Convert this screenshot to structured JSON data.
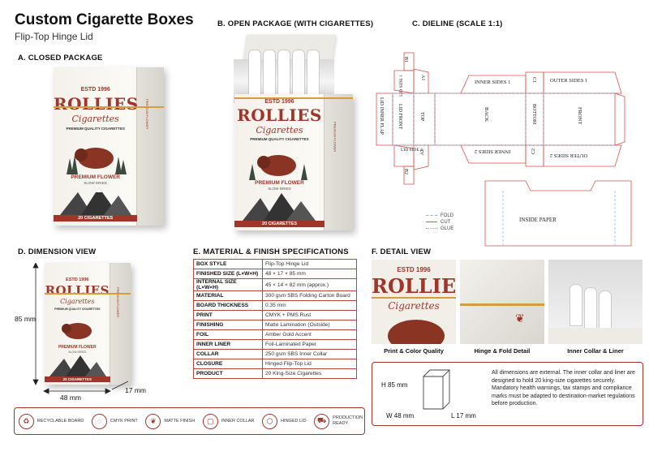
{
  "header": {
    "title": "Custom Cigarette Boxes",
    "subtitle": "Flip-Top Hinge Lid"
  },
  "sections": {
    "a": "A.  CLOSED PACKAGE",
    "b": "B.  OPEN PACKAGE (WITH CIGARETTES)",
    "c": "C.  DIELINE  (SCALE 1:1)",
    "d": "D.  DIMENSION VIEW",
    "e": "E.  MATERIAL & FINISH SPECIFICATIONS",
    "f": "F.  DETAIL VIEW"
  },
  "pack": {
    "estd": "ESTD 1996",
    "brand": "ROLLIES",
    "script": "Cigarettes",
    "tagline": "PREMIUM QUALITY CIGARETTES",
    "flower": "PREMIUM FLOWER",
    "dried": "SLOW DRIED",
    "count": "20 CIGARETTES",
    "side_text": "PREMIUM FLOWER"
  },
  "dieline": {
    "labels": {
      "b1": "B1",
      "b2": "B2",
      "lid_side1": "LID SIDE 1",
      "lid_side2": "LID SIDE 2",
      "a1": "A1",
      "a2": "A2",
      "lid_inner_flap": "LID INNER FLAP",
      "lid_front": "LID FRONT",
      "top": "TOP",
      "inner_sides1": "INNER SIDES 1",
      "inner_sides2": "INNER SIDES 2",
      "back": "BACK",
      "c1": "C1",
      "c2": "C2",
      "bottom": "BOTTOM",
      "outer_sides1": "OUTER SIDES 1",
      "outer_sides2": "OUTER SIDES 2",
      "front": "FRONT",
      "inside_paper": "INSIDE PAPER"
    },
    "legend": [
      "FOLD",
      "CUT",
      "GLUE"
    ],
    "colors": {
      "fold": "#7fb6e6",
      "cut": "#d9534f",
      "glue": "#9e9e9e"
    }
  },
  "dimension": {
    "height": "85 mm",
    "width": "48 mm",
    "depth": "17 mm"
  },
  "specs": [
    {
      "key": "BOX STYLE",
      "value": "Flip-Top Hinge Lid"
    },
    {
      "key": "FINISHED SIZE (L×W×H)",
      "value": "48 × 17 × 85 mm"
    },
    {
      "key": "INTERNAL SIZE (L×W×H)",
      "value": "45 × 14 × 82 mm (approx.)"
    },
    {
      "key": "MATERIAL",
      "value": "300 gsm SBS Folding Carton Board"
    },
    {
      "key": "BOARD THICKNESS",
      "value": "0.35 mm"
    },
    {
      "key": "PRINT",
      "value": "CMYK + PMS Rust"
    },
    {
      "key": "FINISHING",
      "value": "Matte Lamination (Outside)"
    },
    {
      "key": "FOIL",
      "value": "Amber Gold Accent"
    },
    {
      "key": "INNER LINER",
      "value": "Foil-Laminated Paper"
    },
    {
      "key": "COLLAR",
      "value": "250 gsm SBS Inner Collar"
    },
    {
      "key": "CLOSURE",
      "value": "Hinged Flip-Top Lid"
    },
    {
      "key": "PRODUCT",
      "value": "20 King-Size Cigarettes"
    }
  ],
  "features": [
    {
      "icon": "recycle-icon",
      "glyph": "♻",
      "label": "RECYCLABLE BOARD"
    },
    {
      "icon": "cmyk-drop-icon",
      "glyph": "◌",
      "label": "CMYK PRINT"
    },
    {
      "icon": "leaf-icon",
      "glyph": "❦",
      "label": "MATTE FINISH"
    },
    {
      "icon": "collar-box-icon",
      "glyph": "▢",
      "label": "INNER COLLAR"
    },
    {
      "icon": "hinged-box-icon",
      "glyph": "⬡",
      "label": "HINGED LID"
    },
    {
      "icon": "cart-icon",
      "glyph": "⛟",
      "label": "PRODUCTION READY"
    }
  ],
  "details": {
    "cap1": "Print & Color Quality",
    "cap2": "Hinge & Fold Detail",
    "cap3": "Inner Collar & Liner",
    "box_h": "H 85 mm",
    "box_w": "W 48 mm",
    "box_l": "L 17 mm",
    "note": "All dimensions are external. The inner collar and liner are designed to hold 20 king-size cigarettes securely. Mandatory health warnings, tax stamps and compliance marks must be adapted to destination-market regulations before production."
  },
  "accent_color": "#a0362a",
  "gold_color": "#d89c3c"
}
